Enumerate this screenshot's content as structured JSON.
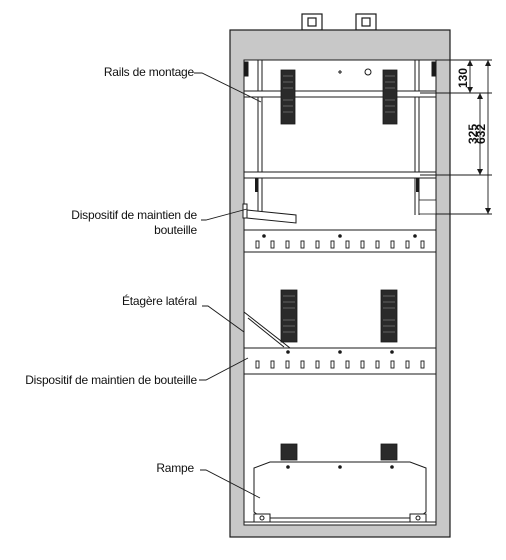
{
  "labels": {
    "rails": "Rails de montage",
    "holder_top_line1": "Dispositif de maintien de",
    "holder_top_line2": "bouteille",
    "shelf": "Étagère latéral",
    "holder_bottom": "Dispositif de maintien de bouteille",
    "ramp": "Rampe"
  },
  "dimensions": {
    "d130": "130",
    "d325": "325",
    "d632": "632"
  },
  "colors": {
    "cabinet_wall": "#c8c8c8",
    "line": "#1a1a1a",
    "vent": "#2a2a2a"
  }
}
